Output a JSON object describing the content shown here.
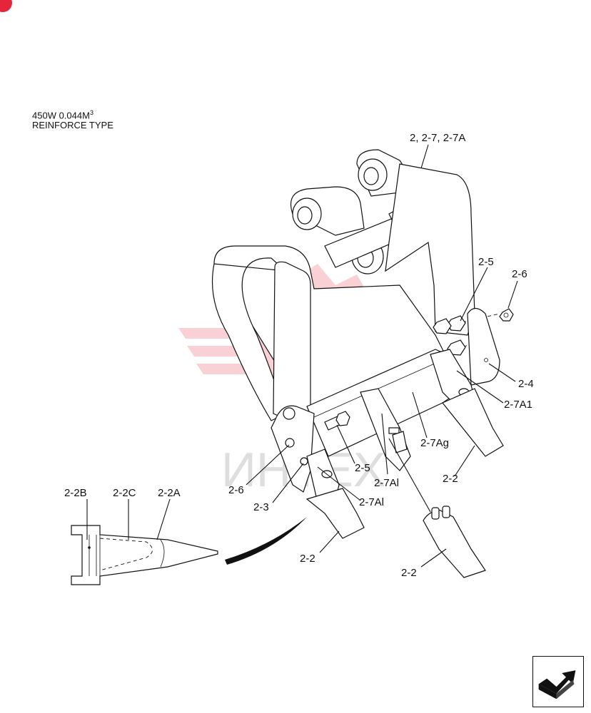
{
  "header": {
    "model_line": "450W  0.044M",
    "model_sup": "3",
    "type_line": "REINFORCE TYPE"
  },
  "watermark": {
    "text": "ИНТЕХ",
    "color": "#e8303f"
  },
  "callouts": {
    "bucket": "2, 2-7, 2-7A",
    "bolt_right": "2-5",
    "nut_right": "2-6",
    "side_cutter_right": "2-4",
    "adapter_right": "2-7A1",
    "adapter_mid": "2-7Ag",
    "tooth_right": "2-2",
    "bolt_mid": "2-5",
    "adapter_center": "2-7Al",
    "nut_left": "2-6",
    "side_cutter_left": "2-3",
    "adapter_left": "2-7Al",
    "tooth_left": "2-2",
    "tooth_detached": "2-2",
    "detail_pin": "2-2B",
    "detail_retainer": "2-2C",
    "detail_tip": "2-2A"
  },
  "colors": {
    "accent": "#e6253d",
    "line": "#111111"
  },
  "icons": {
    "nav": "next-page-arrow-icon",
    "badge": "red-dot-icon"
  }
}
